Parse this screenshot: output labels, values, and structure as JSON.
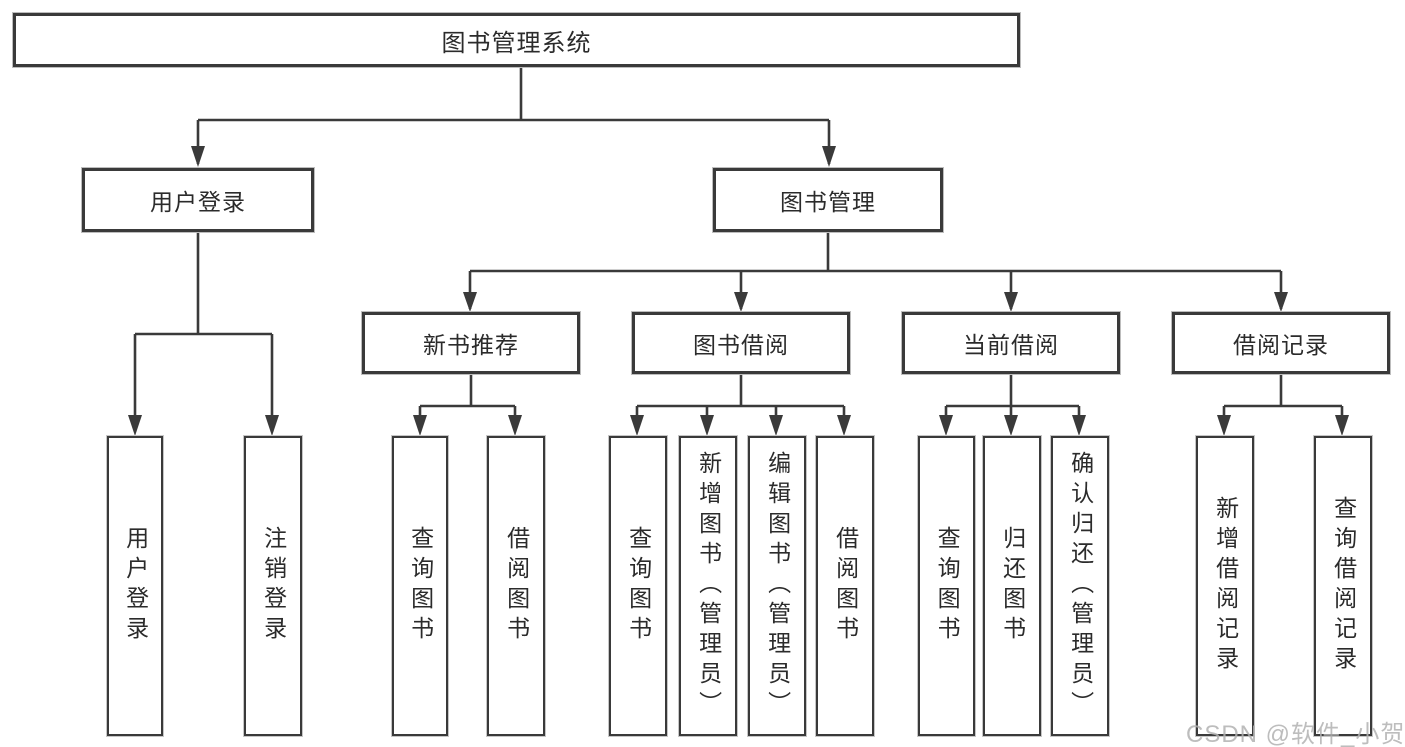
{
  "diagram_title": "图书管理系统",
  "tree": {
    "root": "图书管理系统",
    "branches": [
      {
        "label": "用户登录",
        "children": [
          "用户登录",
          "注销登录"
        ]
      },
      {
        "label": "图书管理",
        "groups": [
          {
            "label": "新书推荐",
            "children": [
              "查询图书",
              "借阅图书"
            ]
          },
          {
            "label": "图书借阅",
            "children": [
              "查询图书",
              "新增图书（管理员）",
              "编辑图书（管理员）",
              "借阅图书"
            ]
          },
          {
            "label": "当前借阅",
            "children": [
              "查询图书",
              "归还图书",
              "确认归还（管理员）"
            ]
          },
          {
            "label": "借阅记录",
            "children": [
              "新增借阅记录",
              "查询借阅记录"
            ]
          }
        ]
      }
    ]
  },
  "watermark": "CSDN @软件_小贺同学",
  "colors": {
    "line": "#3a3a3a",
    "text": "#2b2b2b",
    "background": "#ffffff",
    "watermark": "#b2b2b2"
  }
}
